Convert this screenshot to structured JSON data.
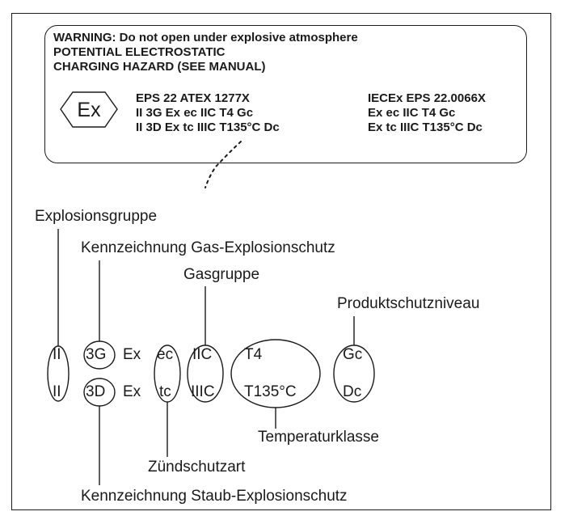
{
  "label": {
    "warning_lines": [
      "WARNING: Do not open under explosive atmosphere",
      "POTENTIAL ELECTROSTATIC",
      "CHARGING HAZARD (SEE MANUAL)"
    ],
    "ex_symbol_text": "Ex",
    "cert_left": [
      "EPS 22 ATEX 1277X",
      "II 3G Ex ec IIC T4 Gc",
      "II 3D Ex tc IIIC T135°C Dc"
    ],
    "cert_right": [
      "IECEx EPS 22.0066X",
      "Ex ec IIC T4 Gc",
      "Ex tc IIIC T135°C Dc"
    ]
  },
  "marking": {
    "row_gas": [
      "II",
      "3G",
      "Ex",
      "ec",
      "IIC",
      "T4",
      "Gc"
    ],
    "row_dust": [
      "II",
      "3D",
      "Ex",
      "tc",
      "IIIC",
      "T135°C",
      "Dc"
    ]
  },
  "callouts": {
    "explosion_group": "Explosionsgruppe",
    "gas_marking": "Kennzeichnung Gas-Explosionschutz",
    "gas_group": "Gasgruppe",
    "protection_level": "Produktschutzniveau",
    "temperature_class": "Temperaturklasse",
    "ignition_protection": "Zündschutzart",
    "dust_marking": "Kennzeichnung Staub-Explosionschutz"
  }
}
